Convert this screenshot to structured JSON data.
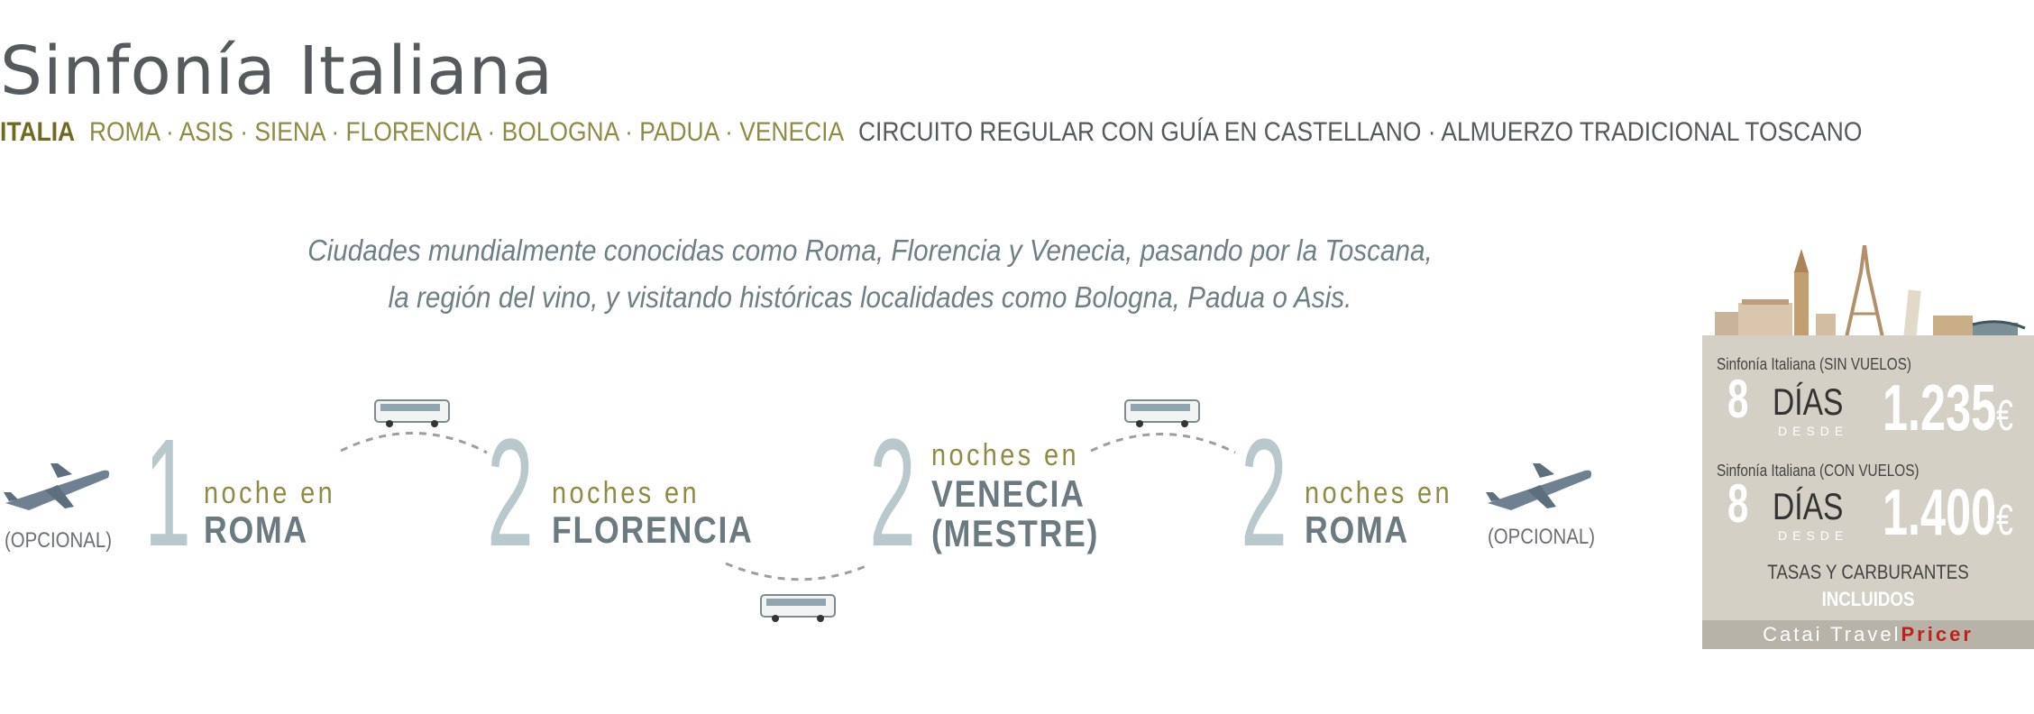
{
  "title": "Sinfonía Italiana",
  "subtitle": {
    "country": "ITALIA",
    "cities": "ROMA · ASIS · SIENA · FLORENCIA · BOLOGNA · PADUA · VENECIA",
    "extras": "CIRCUITO REGULAR CON GUÍA EN CASTELLANO · ALMUERZO TRADICIONAL TOSCANO"
  },
  "intro": {
    "line1": "Ciudades mundialmente conocidas como Roma, Florencia y Venecia, pasando por la Toscana,",
    "line2": "la región del vino, y visitando históricas localidades como Bologna, Padua o Asis."
  },
  "itinerary": {
    "start_optional": "(OPCIONAL)",
    "end_optional": "(OPCIONAL)",
    "stops": [
      {
        "nights": "1",
        "label": "noche en",
        "city": "ROMA",
        "city2": ""
      },
      {
        "nights": "2",
        "label": "noches en",
        "city": "FLORENCIA",
        "city2": ""
      },
      {
        "nights": "2",
        "label": "noches en",
        "city": "VENECIA",
        "city2": "(MESTRE)"
      },
      {
        "nights": "2",
        "label": "noches en",
        "city": "ROMA",
        "city2": ""
      }
    ]
  },
  "pricing": {
    "options": [
      {
        "label": "Sinfonía Italiana (SIN VUELOS)",
        "days_num": "8",
        "days": "DÍAS",
        "desde": "DESDE",
        "price": "1.235",
        "currency": "€"
      },
      {
        "label": "Sinfonía Italiana (CON VUELOS)",
        "days_num": "8",
        "days": "DÍAS",
        "desde": "DESDE",
        "price": "1.400",
        "currency": "€"
      }
    ],
    "taxes": "TASAS Y CARBURANTES",
    "included": "INCLUIDOS",
    "brand_part1": "Catai Travel",
    "brand_part2": "Pricer"
  },
  "colors": {
    "accent_olive": "#6f6a1f",
    "city_olive": "#8f8b45",
    "number_blue": "#b8c8cd",
    "city_slate": "#6a7a80",
    "price_box": "#d4d0c6",
    "brand_red": "#c0201c"
  },
  "icons": [
    "airplane-icon",
    "bus-icon",
    "skyline-landmarks-icon"
  ]
}
